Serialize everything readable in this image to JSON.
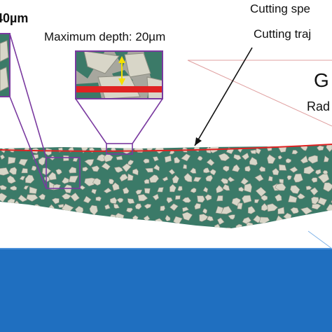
{
  "labels": {
    "partial_depth": "40µm",
    "max_depth": "Maximum depth: 20µm",
    "cutting_speed": "Cutting spe",
    "cutting_trajectory": "Cutting traj",
    "right_big": "G",
    "right_small": "Rad"
  },
  "colors": {
    "matrix": "#3b7a68",
    "grain": "#d8d6c8",
    "grain_stroke": "#8e8e82",
    "substrate": "#1f6fc0",
    "callout": "#7a3aa0",
    "cut_line": "#e02222",
    "arrow": "#f5e000",
    "pointer": "#111111",
    "guide": "#e0a0a0"
  }
}
